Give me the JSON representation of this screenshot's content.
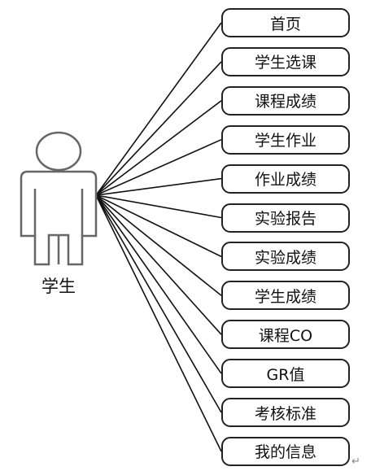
{
  "actor": {
    "label": "学生"
  },
  "features": [
    "首页",
    "学生选课",
    "课程成绩",
    "学生作业",
    "作业成绩",
    "实验报告",
    "实验成绩",
    "学生成绩",
    "课程CO",
    "GR值",
    "考核标准",
    "我的信息"
  ],
  "return_mark": "↵"
}
